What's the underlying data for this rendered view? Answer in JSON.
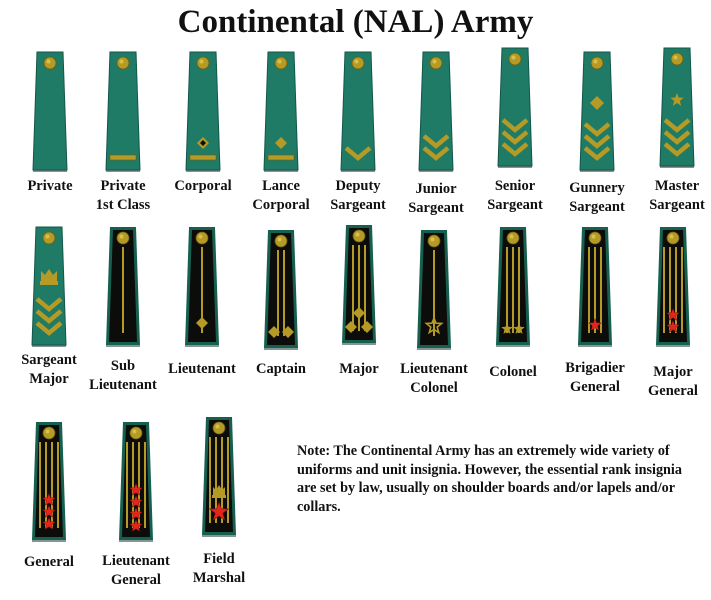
{
  "title": "Continental (NAL) Army",
  "colors": {
    "enlisted_board": "#1f7a66",
    "officer_board": "#0c0c0a",
    "officer_border": "#17604f",
    "gold": "#b59a26",
    "gold_light": "#e0c95a",
    "star_red": "#e2261c"
  },
  "ranks": [
    {
      "label": "Private",
      "board": "enlisted"
    },
    {
      "label": "Private\n1st Class",
      "board": "enlisted"
    },
    {
      "label": "Corporal",
      "board": "enlisted"
    },
    {
      "label": "Lance\nCorporal",
      "board": "enlisted"
    },
    {
      "label": "Deputy\nSargeant",
      "board": "enlisted"
    },
    {
      "label": "Junior\nSargeant",
      "board": "enlisted"
    },
    {
      "label": "Senior\nSargeant",
      "board": "enlisted"
    },
    {
      "label": "Gunnery\nSargeant",
      "board": "enlisted"
    },
    {
      "label": "Master\nSargeant",
      "board": "enlisted"
    },
    {
      "label": "Sargeant\nMajor",
      "board": "enlisted"
    },
    {
      "label": "Sub\nLieutenant",
      "board": "officer"
    },
    {
      "label": "Lieutenant",
      "board": "officer"
    },
    {
      "label": "Captain",
      "board": "officer"
    },
    {
      "label": "Major",
      "board": "officer"
    },
    {
      "label": "Lieutenant\nColonel",
      "board": "officer"
    },
    {
      "label": "Colonel",
      "board": "officer"
    },
    {
      "label": "Brigadier\nGeneral",
      "board": "officer"
    },
    {
      "label": "Major\nGeneral",
      "board": "officer"
    },
    {
      "label": "General",
      "board": "officer"
    },
    {
      "label": "Lieutenant\nGeneral",
      "board": "officer"
    },
    {
      "label": "Field\nMarshal",
      "board": "officer"
    }
  ],
  "note": "Note:  The Continental Army has an extremely wide variety of uniforms and unit insignia.  However, the essential rank insignia are set by law, usually on shoulder boards and/or lapels and/or collars."
}
